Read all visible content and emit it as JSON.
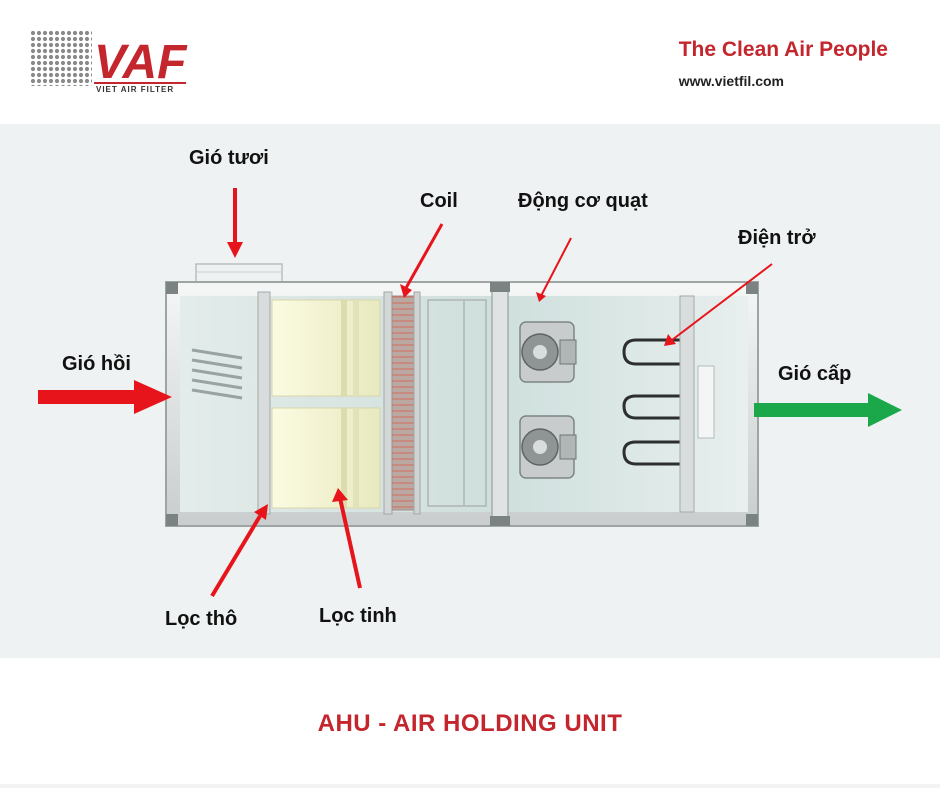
{
  "header": {
    "logo_text": "VAF",
    "logo_subtext": "VIET AIR FILTER",
    "tagline": "The Clean Air People",
    "website": "www.vietfil.com"
  },
  "labels": {
    "fresh_air": "Gió tươi",
    "return_air": "Gió hồi",
    "coil": "Coil",
    "fan_motor": "Động cơ quạt",
    "heater": "Điện trở",
    "supply_air": "Gió cấp",
    "pre_filter": "Lọc thô",
    "fine_filter": "Lọc tinh"
  },
  "colors": {
    "brand_red": "#c4262e",
    "arrow_red": "#e8141b",
    "arrow_green": "#1aa84b"
  },
  "footer": {
    "title": "AHU - AIR HOLDING UNIT"
  }
}
